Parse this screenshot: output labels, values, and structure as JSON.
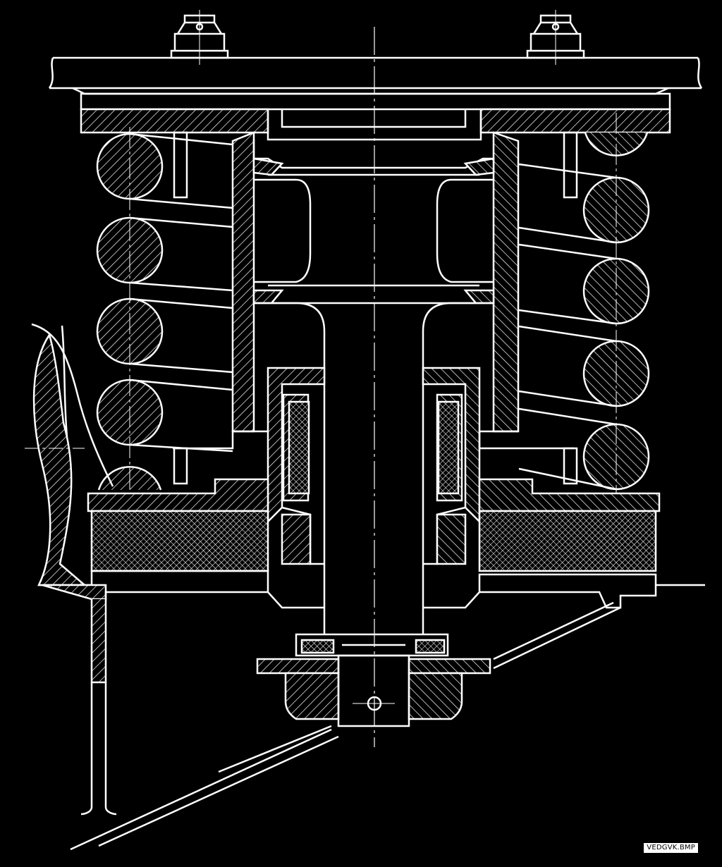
{
  "caption": "VEDGVK.BMP",
  "colors": {
    "background": "#000000",
    "line": "#ffffff"
  },
  "drawing": {
    "subject": "bogie-spring-suspension-cross-section",
    "style": "white-line-drawing-with-hatched-sections-on-black"
  }
}
